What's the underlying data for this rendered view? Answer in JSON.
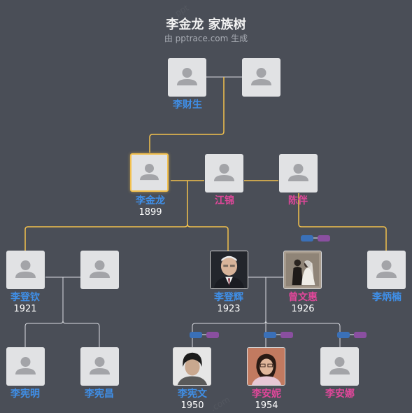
{
  "header": {
    "title": "李金龙 家族树",
    "subtitle": "由 pptrace.com 生成"
  },
  "colors": {
    "background": "#4a4e57",
    "line": "#f2c04d",
    "line_secondary": "#d9dbe0",
    "male": "#3f8fe8",
    "female": "#e0479a"
  },
  "persons": {
    "li_caisheng": {
      "name": "李财生"
    },
    "li_jinlong": {
      "name": "李金龙",
      "year": "1899"
    },
    "jiang_jin": {
      "name": "江锦"
    },
    "chen_ban": {
      "name": "陈伴"
    },
    "li_dengqin": {
      "name": "李登钦",
      "year": "1921"
    },
    "li_denghui": {
      "name": "李登辉",
      "year": "1923"
    },
    "zeng_wenhui": {
      "name": "曾文惠",
      "year": "1926"
    },
    "li_bingnan": {
      "name": "李炳楠"
    },
    "li_xianming": {
      "name": "李宪明"
    },
    "li_xianchang": {
      "name": "李宪昌"
    },
    "li_xianwen": {
      "name": "李宪文",
      "year": "1950"
    },
    "li_anni": {
      "name": "李安妮",
      "year": "1954"
    },
    "li_anna": {
      "name": "李安娜"
    }
  },
  "icons": {
    "placeholder": "person-silhouette-icon",
    "badge_blue": "blue-marker",
    "badge_purple": "purple-marker"
  }
}
